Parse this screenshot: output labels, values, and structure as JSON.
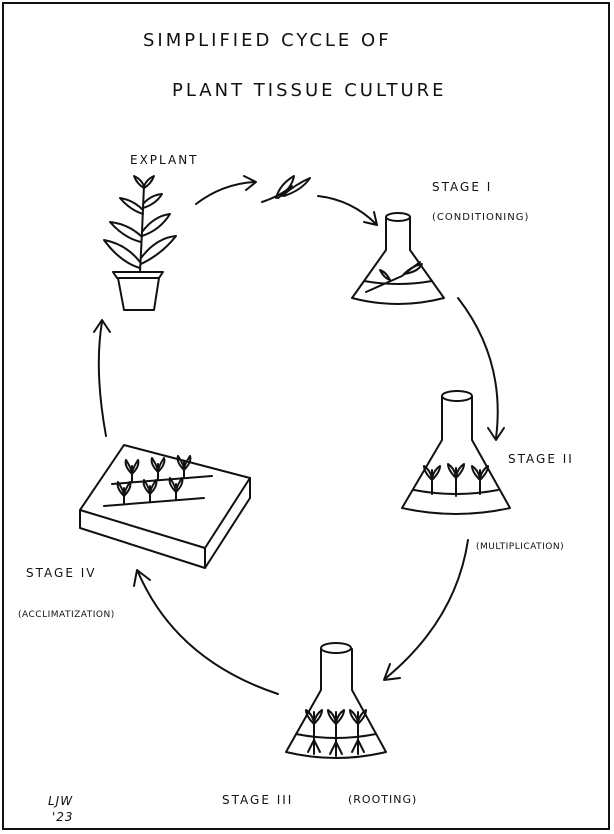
{
  "title": {
    "line1": "Simplified cycle of",
    "line2": "Plant Tissue Culture"
  },
  "labels": {
    "explant": "Explant",
    "stage1": "Stage I",
    "stage1_sub": "(Conditioning)",
    "stage2": "Stage II",
    "stage2_sub": "(Multiplication)",
    "stage3": "Stage III",
    "stage3_sub": "(Rooting)",
    "stage4": "Stage IV",
    "stage4_sub": "(Acclimatization)"
  },
  "signature": {
    "initials": "LJW",
    "year": "'23"
  }
}
